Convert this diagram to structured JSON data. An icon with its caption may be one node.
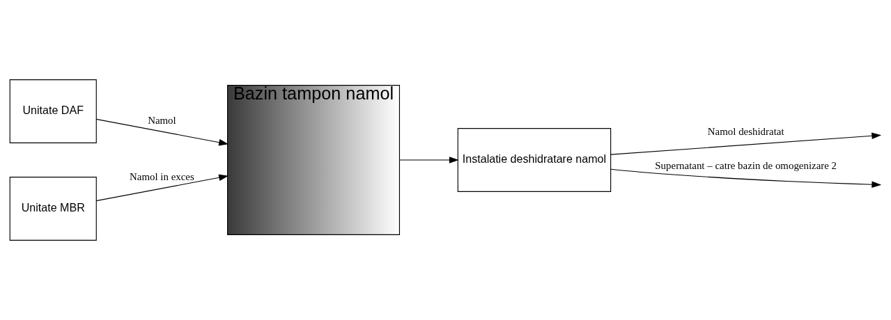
{
  "diagram": {
    "nodes": [
      {
        "text": [
          "Unitate DAF"
        ]
      },
      {
        "text": [
          "Unitate MBR"
        ]
      },
      {
        "text": [
          "Bazin tampon namol"
        ]
      },
      {
        "text": [
          "Instalatie deshidratare namol"
        ]
      }
    ],
    "edges": [
      {
        "from": 0,
        "to": 2,
        "arrow": "to",
        "label": "Namol"
      },
      {
        "from": 1,
        "to": 2,
        "arrow": "to",
        "label": "Namol in exces"
      },
      {
        "from": 2,
        "to": 3,
        "arrow": "to"
      },
      {
        "from": 3,
        "to": null,
        "arrow": "to",
        "label": "Namol deshidratat"
      },
      {
        "from": 3,
        "to": null,
        "arrow": "to",
        "label": "Supernatant – catre bazin de omogenizare 2"
      }
    ]
  }
}
